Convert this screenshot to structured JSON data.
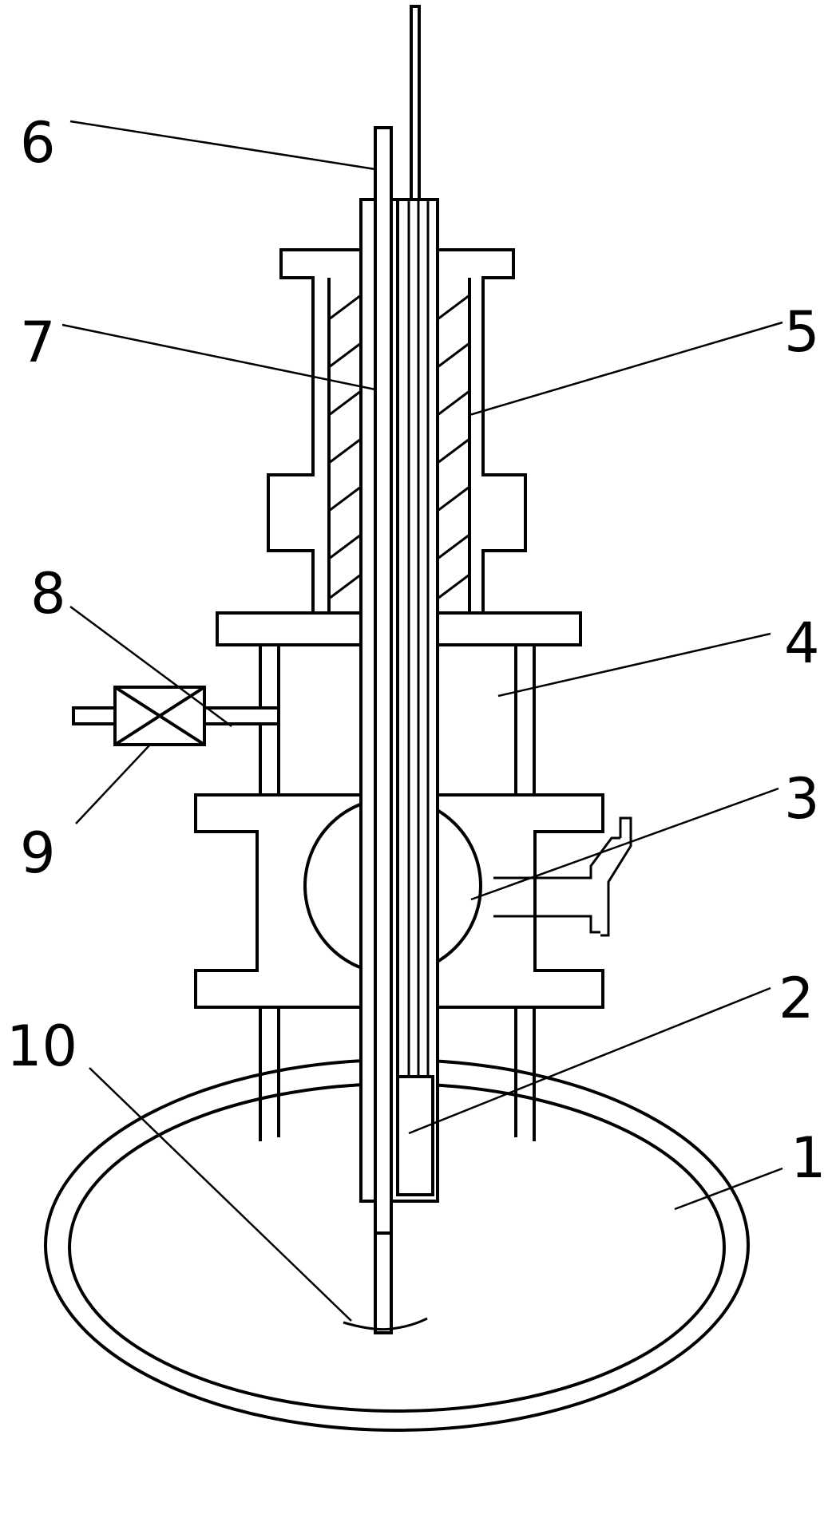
{
  "figure": {
    "callouts": [
      {
        "id": "c1",
        "label": "1"
      },
      {
        "id": "c2",
        "label": "2"
      },
      {
        "id": "c3",
        "label": "3"
      },
      {
        "id": "c4",
        "label": "4"
      },
      {
        "id": "c5",
        "label": "5"
      },
      {
        "id": "c6",
        "label": "6"
      },
      {
        "id": "c7",
        "label": "7"
      },
      {
        "id": "c8",
        "label": "8"
      },
      {
        "id": "c9",
        "label": "9"
      },
      {
        "id": "c10",
        "label": "10"
      }
    ]
  },
  "colors": {
    "line": "#000000",
    "background": "#ffffff"
  }
}
